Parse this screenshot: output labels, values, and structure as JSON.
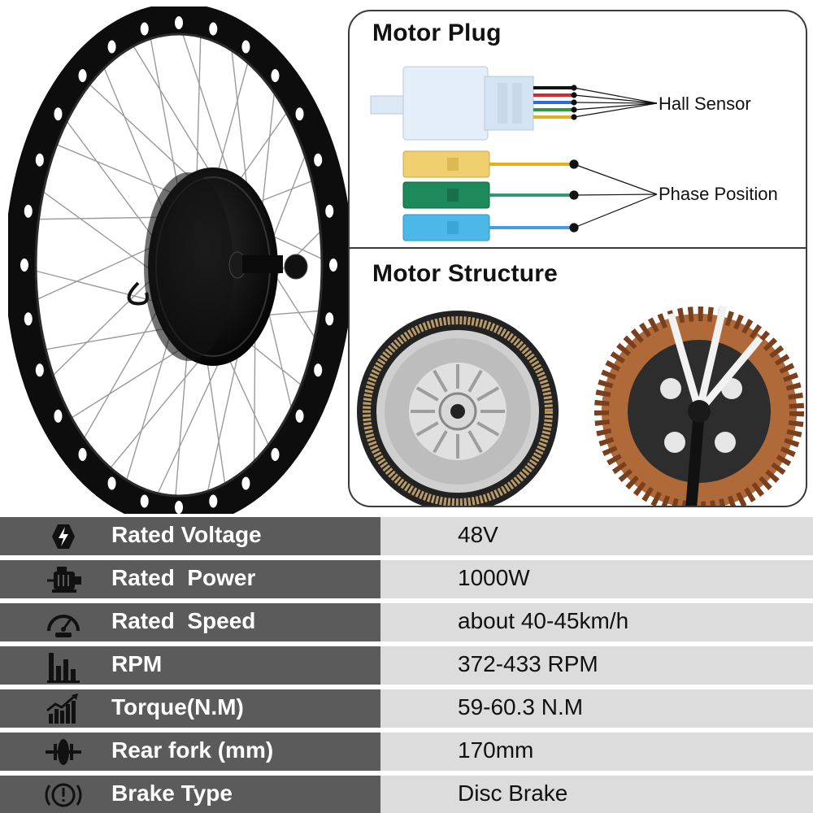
{
  "panel": {
    "motor_plug_title": "Motor Plug",
    "hall_sensor_label": "Hall Sensor",
    "phase_position_label": "Phase Position",
    "motor_structure_title": "Motor Structure"
  },
  "specs": [
    {
      "icon": "lightning-hexagon-icon",
      "label": "Rated Voltage",
      "value": "48V"
    },
    {
      "icon": "motor-icon",
      "label": "Rated  Power",
      "value": "1000W"
    },
    {
      "icon": "speedometer-icon",
      "label": "Rated  Speed",
      "value": "about 40-45km/h"
    },
    {
      "icon": "bar-chart-icon",
      "label": "RPM",
      "value": "372-433 RPM"
    },
    {
      "icon": "growth-chart-icon",
      "label": "Torque(N.M)",
      "value": "59-60.3 N.M"
    },
    {
      "icon": "hub-axle-icon",
      "label": "Rear fork (mm)",
      "value": "170mm"
    },
    {
      "icon": "brake-warning-icon",
      "label": "Brake Type",
      "value": "Disc Brake"
    }
  ],
  "colors": {
    "label_bg": "#5b5b5b",
    "value_bg": "#dcdcdc",
    "wire_black": "#111111",
    "wire_red": "#d42a2a",
    "wire_blue": "#2b6fd6",
    "wire_green": "#2f9a3b",
    "wire_yellow": "#e0b020",
    "phase_yellow": "#f0cf70",
    "phase_green": "#1e8a5c",
    "phase_blue": "#4cb8e8"
  }
}
